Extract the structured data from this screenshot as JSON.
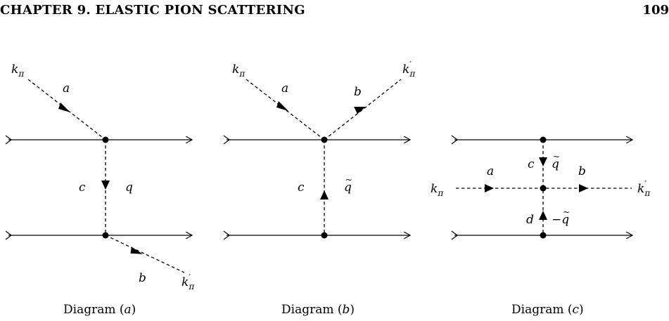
{
  "header": {
    "chapter_title": "CHAPTER 9.  ELASTIC PION SCATTERING",
    "page_number": "109"
  },
  "diagrams": [
    {
      "caption_main": "Diagram (",
      "caption_letter": "a",
      "caption_end": ")",
      "labels": {
        "k_in": "k",
        "k_out": "k",
        "a": "a",
        "b": "b",
        "c": "c",
        "q": "q"
      }
    },
    {
      "caption_main": "Diagram (",
      "caption_letter": "b",
      "caption_end": ")",
      "labels": {
        "k_in": "k",
        "k_out": "k",
        "a": "a",
        "b": "b",
        "c": "c",
        "q": "q"
      }
    },
    {
      "caption_main": "Diagram (",
      "caption_letter": "c",
      "caption_end": ")",
      "labels": {
        "k_in": "k",
        "k_out": "k",
        "a": "a",
        "b": "b",
        "c": "c",
        "d": "d",
        "q": "q",
        "minus_q": "−q"
      }
    }
  ],
  "symbols": {
    "pi_subscript": "π",
    "prime": "′",
    "tilde": "~"
  }
}
